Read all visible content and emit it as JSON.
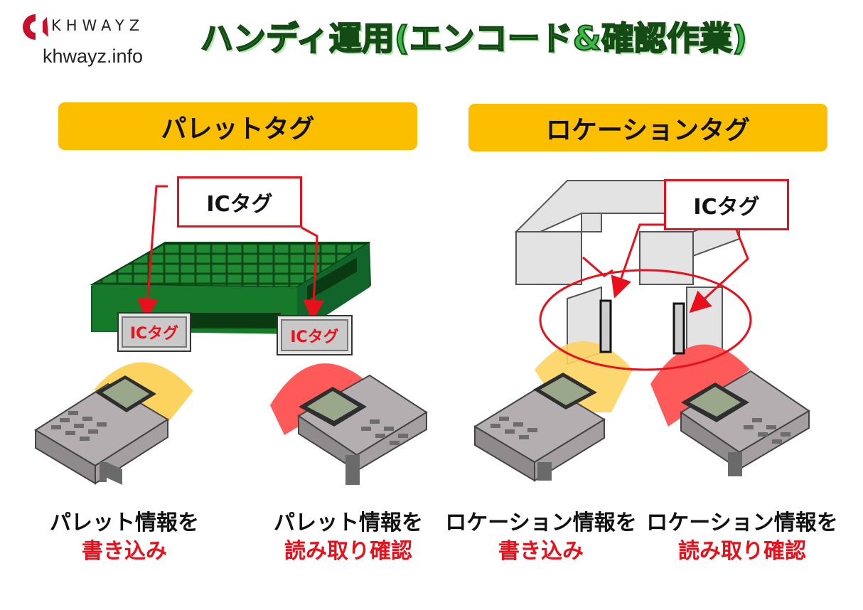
{
  "brand": {
    "name": "KHWAYZ",
    "url": "khwayz.info"
  },
  "title": "ハンディ運用(エンコード&確認作業)",
  "sections": [
    {
      "banner": "パレットタグ",
      "ic_callout": "ICタグ",
      "plate_label": "ICタグ"
    },
    {
      "banner": "ロケーションタグ",
      "ic_callout": "ICタグ"
    }
  ],
  "captions": [
    {
      "line1": "パレット情報を",
      "line2": "書き込み"
    },
    {
      "line1": "パレット情報を",
      "line2": "読み取り確認"
    },
    {
      "line1": "ロケーション情報を",
      "line2": "書き込み"
    },
    {
      "line1": "ロケーション情報を",
      "line2": "読み取り確認"
    }
  ],
  "colors": {
    "banner": "#fcbf00",
    "accent_red": "#e8101a",
    "title_green": "#3cb84a",
    "pallet_green": "#1f8a33",
    "write_wave": "#fdd35f",
    "read_wave": "#ff5a5a"
  },
  "icons": [
    "khwayz-logo-icon",
    "handy-terminal-icon",
    "pallet-icon",
    "shelf-icon"
  ]
}
